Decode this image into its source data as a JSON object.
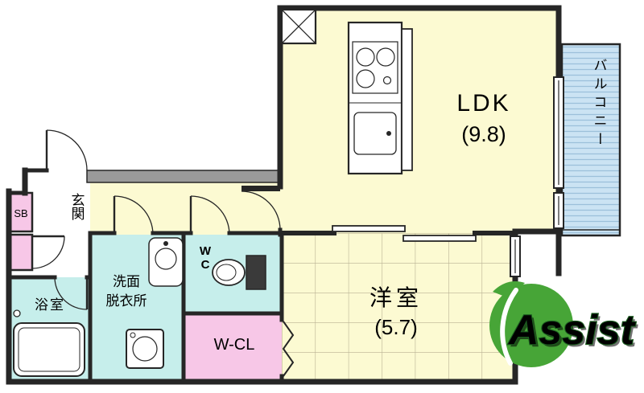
{
  "rooms": {
    "ldk": {
      "label": "LDK",
      "size": "(9.8)"
    },
    "balcony": {
      "label": "バルコニー"
    },
    "western": {
      "label": "洋室",
      "size": "(5.7)"
    },
    "wcl": {
      "label": "W-CL"
    },
    "wc": {
      "label": "WC"
    },
    "washroom": {
      "line1": "洗面",
      "line2": "脱衣所"
    },
    "bath": {
      "label": "浴室"
    },
    "entrance": {
      "label": "玄関"
    },
    "shoebox": {
      "label": "SB"
    }
  },
  "logo": {
    "text": "Assist"
  },
  "colors": {
    "cream": "#FCFAD2",
    "cyan": "#C6EEEB",
    "pink": "#F7C7E7",
    "balcony_blue": "#CBE3F3",
    "wall": "#262626",
    "grid_line": "#B9B193",
    "logo_green": "#47A537"
  }
}
